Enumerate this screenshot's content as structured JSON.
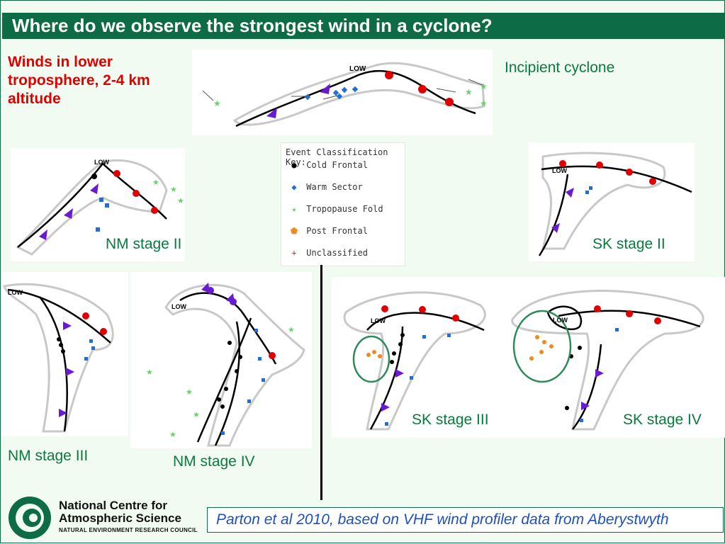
{
  "title": "Where do we observe the strongest wind in a cyclone?",
  "subtitle": "Winds in lower troposphere, 2-4 km altitude",
  "low_label": "LOW",
  "panels": {
    "incipient": "Incipient cyclone",
    "nm2": "NM stage II",
    "nm3": "NM stage III",
    "nm4": "NM stage IV",
    "sk2": "SK stage II",
    "sk3": "SK stage III",
    "sk4": "SK stage IV"
  },
  "key": {
    "title": "Event Classification Key:",
    "items": [
      {
        "label": "Cold Frontal",
        "symbol": "black-dot",
        "color": "#000000"
      },
      {
        "label": "Warm Sector",
        "symbol": "blue-diamond",
        "color": "#1f6fd6"
      },
      {
        "label": "Tropopause Fold",
        "symbol": "green-star",
        "color": "#6ccf6c"
      },
      {
        "label": "Post Frontal",
        "symbol": "orange-pentagon",
        "color": "#f08a1c"
      },
      {
        "label": "Unclassified",
        "symbol": "red-cross",
        "color": "#c0392b"
      }
    ]
  },
  "citation": "Parton et al 2010, based on VHF wind profiler data from Aberystwyth",
  "logo": {
    "line1": "National Centre for",
    "line2": "Atmospheric Science",
    "line3": "NATURAL ENVIRONMENT RESEARCH COUNCIL"
  },
  "colors": {
    "title_bar": "#0d6b45",
    "subtitle": "#e00000",
    "panel_label": "#0a7a3e",
    "citation": "#1d4fbf",
    "warm_front": "#e00000",
    "cold_front": "#6a1bd1"
  }
}
